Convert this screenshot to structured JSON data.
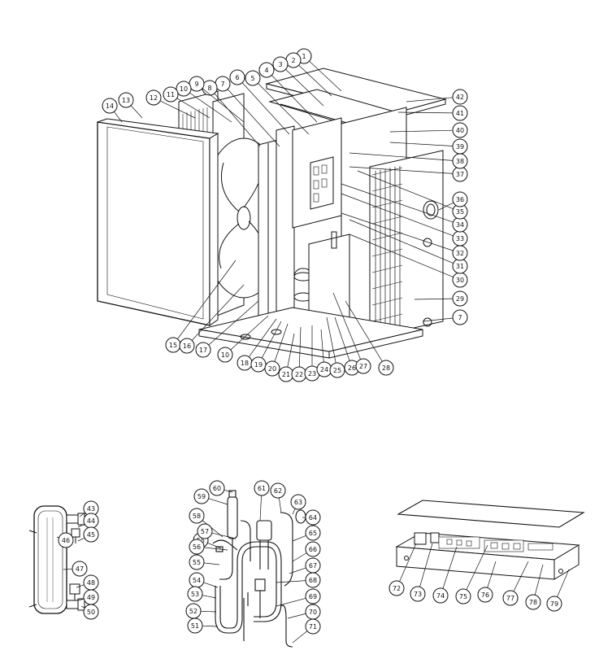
{
  "diagram": {
    "main_unit_callouts": [
      "1",
      "2",
      "3",
      "4",
      "5",
      "6",
      "7",
      "8",
      "9",
      "10",
      "11",
      "12",
      "13",
      "14",
      "15",
      "16",
      "17",
      "10",
      "18",
      "19",
      "20",
      "21",
      "22",
      "23",
      "24",
      "25",
      "26",
      "27",
      "28",
      "30",
      "31",
      "32",
      "33",
      "34",
      "35",
      "36",
      "37",
      "38",
      "39",
      "40",
      "41",
      "42",
      "29",
      "7"
    ],
    "heat_exchanger_callouts": [
      "43",
      "44",
      "45",
      "46",
      "47",
      "48",
      "49",
      "50"
    ],
    "piping_callouts": [
      "59",
      "60",
      "61",
      "62",
      "63",
      "58",
      "55",
      "64",
      "57",
      "65",
      "56",
      "66",
      "55",
      "67",
      "54",
      "68",
      "53",
      "69",
      "52",
      "70",
      "51",
      "71"
    ],
    "control_box_callouts": [
      "72",
      "73",
      "74",
      "75",
      "76",
      "77",
      "78",
      "79"
    ]
  }
}
